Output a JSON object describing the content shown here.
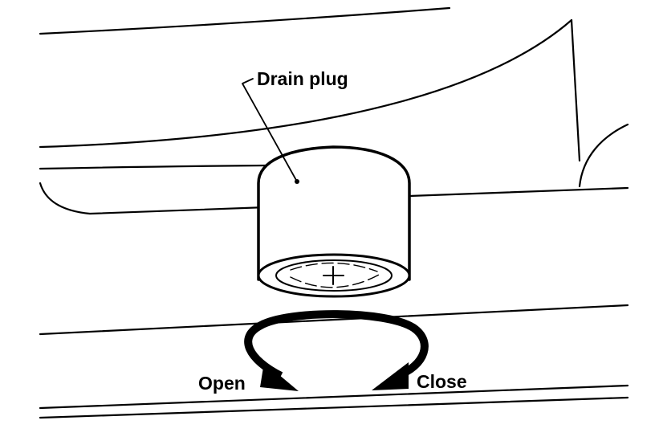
{
  "labels": {
    "part": "Drain plug",
    "open": "Open",
    "close": "Close"
  },
  "colors": {
    "ink": "#000000",
    "paper": "#ffffff"
  }
}
